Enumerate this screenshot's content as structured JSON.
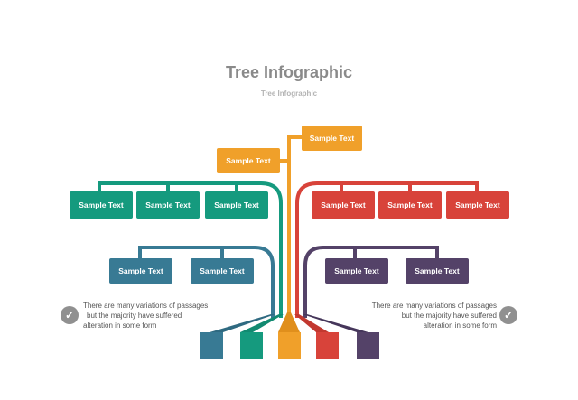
{
  "title": "Tree Infographic",
  "subtitle": "Tree Infographic",
  "colors": {
    "orange": "#f0a02a",
    "green": "#159a7e",
    "red": "#d8433a",
    "blue": "#387a94",
    "purple": "#544268"
  },
  "icons": {
    "check": "check-circle-icon"
  },
  "boxes": {
    "orange_top": "Sample Text",
    "orange_mid": "Sample Text",
    "green_1": "Sample Text",
    "green_2": "Sample Text",
    "green_3": "Sample Text",
    "red_1": "Sample Text",
    "red_2": "Sample Text",
    "red_3": "Sample Text",
    "blue_1": "Sample Text",
    "blue_2": "Sample Text",
    "purple_1": "Sample Text",
    "purple_2": "Sample Text"
  },
  "notes": {
    "left": [
      "There are many variations of passages",
      "but the majority have  suffered",
      "alteration in some form"
    ],
    "right": [
      "There are many variations of passages",
      "but the majority have  suffered",
      "alteration in some form"
    ]
  }
}
